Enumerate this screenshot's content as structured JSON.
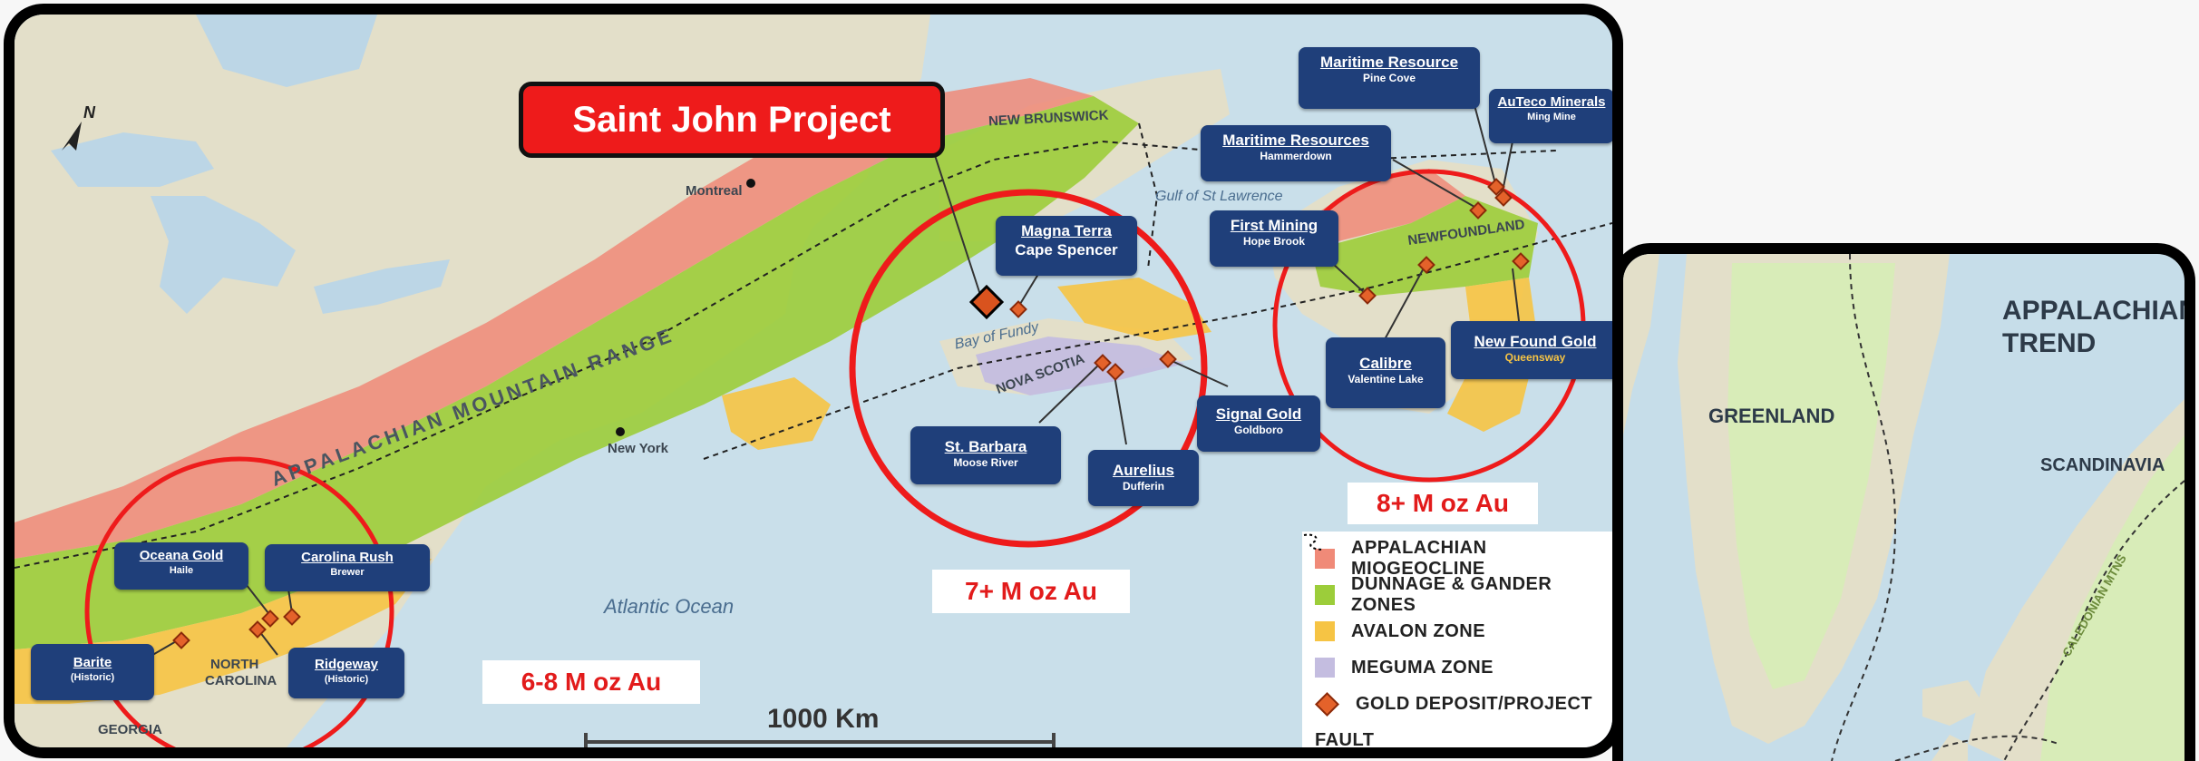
{
  "project_title": "Saint John Project",
  "map_labels": {
    "range": "APPALACHIAN MOUNTAIN RANGE",
    "new_brunswick": "NEW BRUNSWICK",
    "nova_scotia": "NOVA SCOTIA",
    "newfoundland": "NEWFOUNDLAND",
    "north_carolina_line1": "NORTH",
    "north_carolina_line2": "CAROLINA",
    "georgia": "GEORGIA",
    "montreal": "Montreal",
    "new_york": "New York",
    "gulf": "Gulf of St Lawrence",
    "bay": "Bay of Fundy",
    "ocean": "Atlantic Ocean",
    "north_arrow": "N"
  },
  "callouts": [
    {
      "name": "Maritime Resource",
      "sub": "Pine Cove"
    },
    {
      "name": "AuTeco Minerals",
      "sub": "Ming Mine"
    },
    {
      "name": "Maritime Resources",
      "sub": "Hammerdown"
    },
    {
      "name": "First Mining",
      "sub": "Hope Brook"
    },
    {
      "name": "Magna Terra",
      "sub": "Cape Spencer"
    },
    {
      "name": "Calibre",
      "sub": "Valentine Lake"
    },
    {
      "name": "New Found Gold",
      "sub": "Queensway"
    },
    {
      "name": "Signal Gold",
      "sub": "Goldboro"
    },
    {
      "name": "St. Barbara",
      "sub": "Moose River"
    },
    {
      "name": "Aurelius",
      "sub": "Dufferin"
    },
    {
      "name": "Oceana Gold",
      "sub": "Haile"
    },
    {
      "name": "Carolina Rush",
      "sub": "Brewer"
    },
    {
      "name": "Barite",
      "sub": "(Historic)"
    },
    {
      "name": "Ridgeway",
      "sub": "(Historic)"
    }
  ],
  "ounce_labels": {
    "newfoundland": "8+ M oz Au",
    "maritimes": "7+ M oz Au",
    "carolinas": "6-8 M oz Au"
  },
  "scale_label": "1000 Km",
  "legend": [
    {
      "label": "APPALACHIAN MIOGEOCLINE",
      "color": "#f08a78"
    },
    {
      "label": "DUNNAGE & GANDER ZONES",
      "color": "#9ccd3a"
    },
    {
      "label": "AVALON ZONE",
      "color": "#f6c444"
    },
    {
      "label": "MEGUMA ZONE",
      "color": "#c4bde0"
    },
    {
      "label": "GOLD DEPOSIT/PROJECT",
      "color": "#e4622a"
    },
    {
      "label": "FAULT",
      "color": "#000000"
    }
  ],
  "inset": {
    "title_line1": "APPALACHIAN",
    "title_line2": "TREND",
    "greenland": "GREENLAND",
    "scandinavia": "SCANDINAVIA",
    "caledonian": "CALEDONIAN MTNS"
  },
  "colors": {
    "water": "#c9dfea",
    "land": "#e3dfc9",
    "highlight_circle": "#ee1b1b",
    "callout_bg": "#1f3f7a"
  }
}
